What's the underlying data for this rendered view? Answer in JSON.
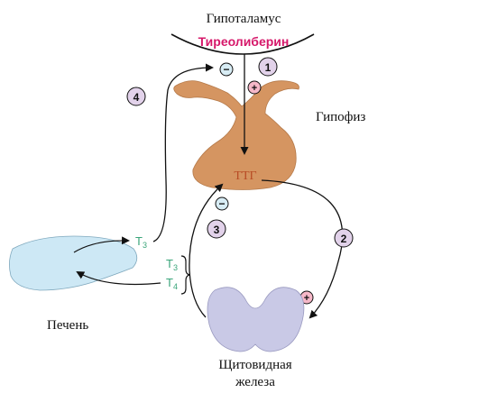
{
  "labels": {
    "hypothalamus": "Гипоталамус",
    "trh": "Тиреолиберин",
    "pituitary": "Гипофиз",
    "tsh": "ТТГ",
    "liver": "Печень",
    "thyroid_line1": "Щитовидная",
    "thyroid_line2": "железа",
    "t3_liver": "T",
    "t3_liver_sub": "3",
    "t3": "T",
    "t3_sub": "3",
    "t4": "T",
    "t4_sub": "4"
  },
  "markers": {
    "step1": "1",
    "step2": "2",
    "step3": "3",
    "step4": "4",
    "minus": "−",
    "plus": "+"
  },
  "colors": {
    "trh_text": "#d6186a",
    "tsh_text": "#b84c25",
    "hormone_green": "#3aa57a",
    "liver_fill": "#cde8f5",
    "thyroid_fill": "#c9c9e6",
    "pituitary_fill": "#d59561",
    "badge_lavender": "#e2d2ea",
    "minus_fill": "#d7ecf4",
    "plus_fill": "#f6b8c8"
  }
}
